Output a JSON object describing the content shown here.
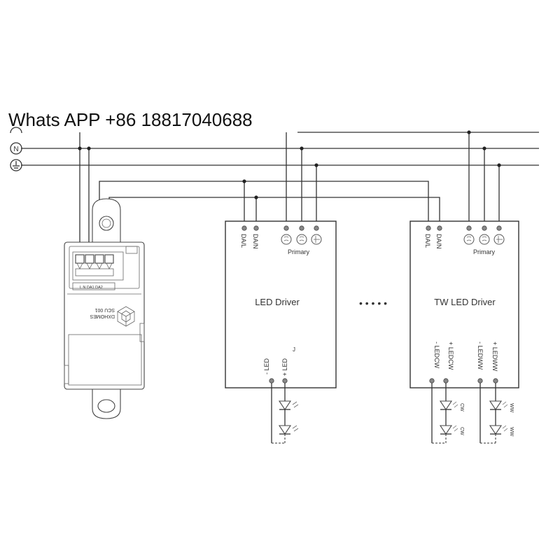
{
  "watermark": "Whats APP +86 18817040688",
  "lines": {
    "neutral": "N"
  },
  "driver1": {
    "title": "LED Driver",
    "dali_l": "DA/L",
    "dali_n": "DA/N",
    "primary": "Primary",
    "out_minus": "- LED",
    "out_plus": "+ LED"
  },
  "ellipsis": "• • • • •",
  "driver2": {
    "title": "TW LED Driver",
    "dali_l": "DA/L",
    "dali_n": "DA/N",
    "primary": "Primary",
    "cw_minus": "- LEDCW",
    "cw_plus": "+ LEDCW",
    "ww_minus": "- LEDWW",
    "ww_plus": "+ LEDWW"
  },
  "led_labels": {
    "cw": "CW",
    "ww": "WW"
  },
  "module": {
    "terminal_labels": "L   N   DA1  DA2",
    "brand": "DXHOMES",
    "model": "SCU 001"
  },
  "colors": {
    "line": "#333333",
    "terminal": "#888888",
    "background": "#ffffff"
  }
}
